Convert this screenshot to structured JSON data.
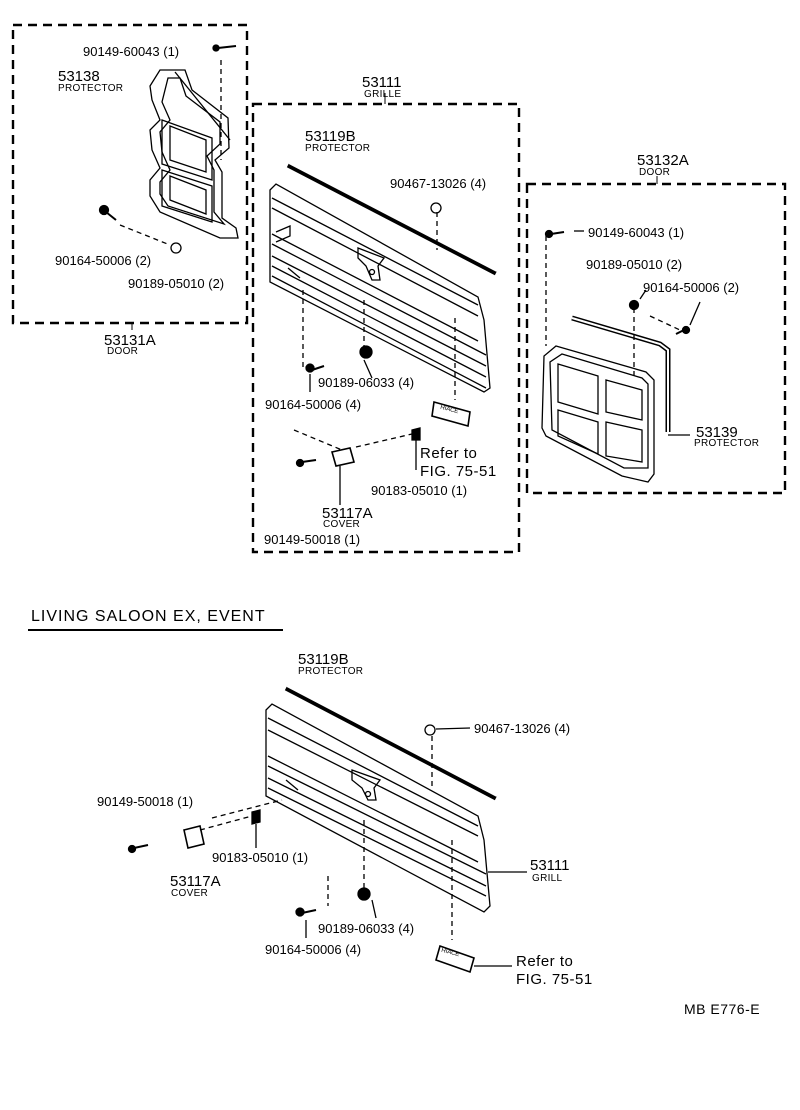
{
  "box_left": {
    "part_no": "53131A",
    "part_name": "DOOR",
    "protector_no": "53138",
    "protector_name": "PROTECTOR",
    "screw": "90149-60043 (1)",
    "bolt": "90164-50006 (2)",
    "nut": "90189-05010 (2)"
  },
  "box_grille": {
    "part_no": "53111",
    "part_name": "GRILLE",
    "protector_no": "53119B",
    "protector_name": "PROTECTOR",
    "clip": "90467-13026 (4)",
    "grommet": "90189-06033 (4)",
    "bolt": "90164-50006 (4)",
    "refer": "Refer to",
    "fig": "FIG. 75-51",
    "nut": "90183-05010 (1)",
    "cover_no": "53117A",
    "cover_name": "COVER",
    "screw": "90149-50018 (1)",
    "emblem": "HIACE"
  },
  "box_right": {
    "part_no": "53132A",
    "part_name": "DOOR",
    "screw": "90149-60043 (1)",
    "nut": "90189-05010 (2)",
    "bolt": "90164-50006 (2)",
    "protector_no": "53139",
    "protector_name": "PROTECTOR"
  },
  "section_title": "LIVING SALOON EX, EVENT",
  "lower": {
    "protector_no": "53119B",
    "protector_name": "PROTECTOR",
    "clip": "90467-13026 (4)",
    "screw": "90149-50018 (1)",
    "nut": "90183-05010 (1)",
    "cover_no": "53117A",
    "cover_name": "COVER",
    "grill_no": "53111",
    "grill_name": "GRILL",
    "grommet": "90189-06033 (4)",
    "bolt": "90164-50006 (4)",
    "refer": "Refer to",
    "fig": "FIG. 75-51",
    "emblem": "HIACE"
  },
  "drawing_code": "MB  E776-E"
}
